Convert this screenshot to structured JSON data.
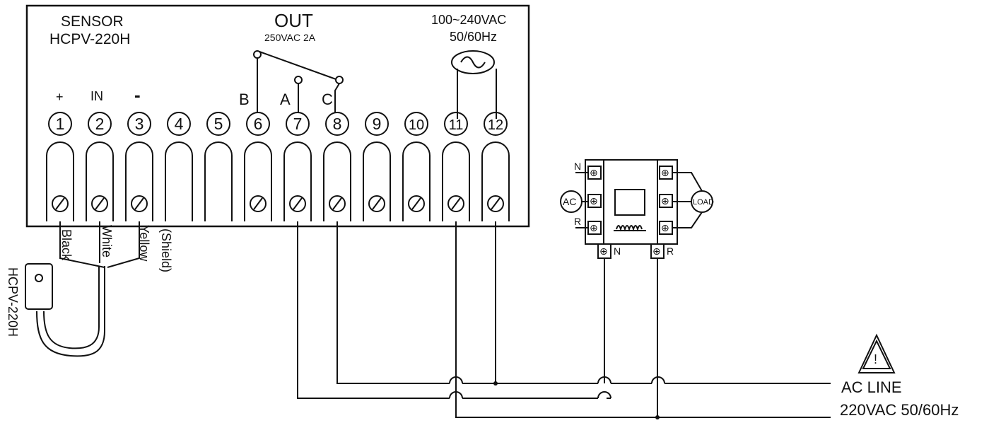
{
  "sensor_header": {
    "line1": "SENSOR",
    "line2": "HCPV-220H"
  },
  "out_header": {
    "title": "OUT",
    "rating": "250VAC 2A"
  },
  "power_header": {
    "voltage": "100~240VAC",
    "freq": "50/60Hz"
  },
  "sensor_symbols": [
    "+",
    "IN",
    "-"
  ],
  "relay_letters": [
    "B",
    "A",
    "C"
  ],
  "terminals": [
    "1",
    "2",
    "3",
    "4",
    "5",
    "6",
    "7",
    "8",
    "9",
    "10",
    "11",
    "12"
  ],
  "wire_labels": {
    "black": "Black",
    "white": "White",
    "yellow": "Yellow",
    "shield": "(Shield)"
  },
  "probe_label": "HCPV-220H",
  "contactor": {
    "left_n": "N",
    "left_r": "R",
    "ac": "AC",
    "load": "LOAD",
    "bottom_n": "N",
    "bottom_r": "R"
  },
  "warning_glyph": "!",
  "ac_line": {
    "line1": "AC LINE",
    "line2": "220VAC 50/60Hz"
  }
}
